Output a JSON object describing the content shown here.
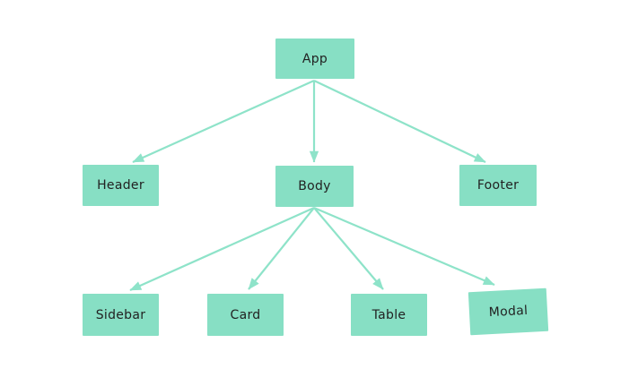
{
  "diagram": {
    "type": "tree",
    "nodes": [
      {
        "id": "app",
        "label": "App",
        "level": 0
      },
      {
        "id": "header",
        "label": "Header",
        "level": 1
      },
      {
        "id": "body",
        "label": "Body",
        "level": 1
      },
      {
        "id": "footer",
        "label": "Footer",
        "level": 1
      },
      {
        "id": "sidebar",
        "label": "Sidebar",
        "level": 2
      },
      {
        "id": "card",
        "label": "Card",
        "level": 2
      },
      {
        "id": "table",
        "label": "Table",
        "level": 2
      },
      {
        "id": "modal",
        "label": "Modal",
        "level": 2
      }
    ],
    "edges": [
      {
        "from": "App",
        "to": "Header"
      },
      {
        "from": "App",
        "to": "Body"
      },
      {
        "from": "App",
        "to": "Footer"
      },
      {
        "from": "Body",
        "to": "Sidebar"
      },
      {
        "from": "Body",
        "to": "Card"
      },
      {
        "from": "Body",
        "to": "Table"
      },
      {
        "from": "Body",
        "to": "Modal"
      }
    ],
    "colors": {
      "node_fill": "#87dfc4",
      "edge": "#8ee3c9",
      "text": "#222222",
      "background": "#ffffff"
    }
  }
}
